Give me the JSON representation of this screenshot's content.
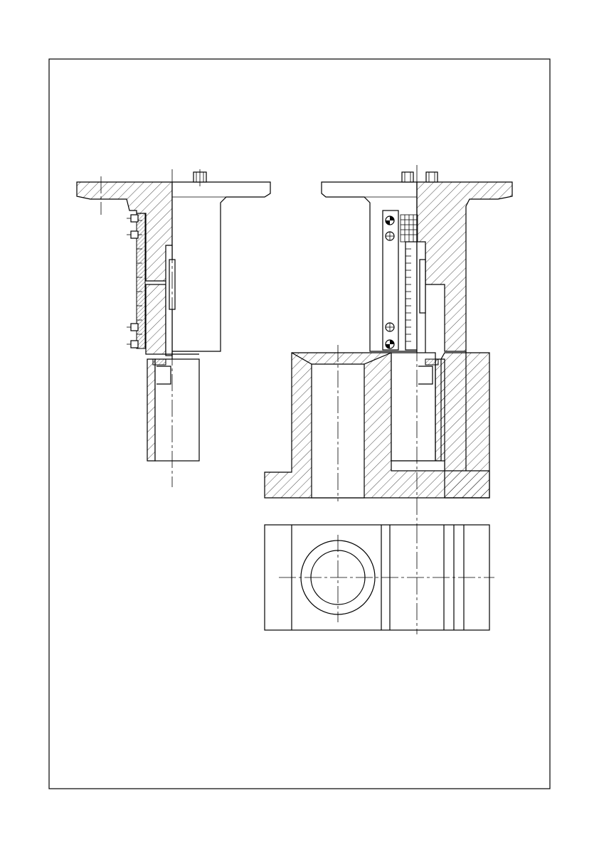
{
  "drawing": {
    "views": [
      "left-section-view",
      "right-section-view",
      "top-plan-view"
    ]
  }
}
